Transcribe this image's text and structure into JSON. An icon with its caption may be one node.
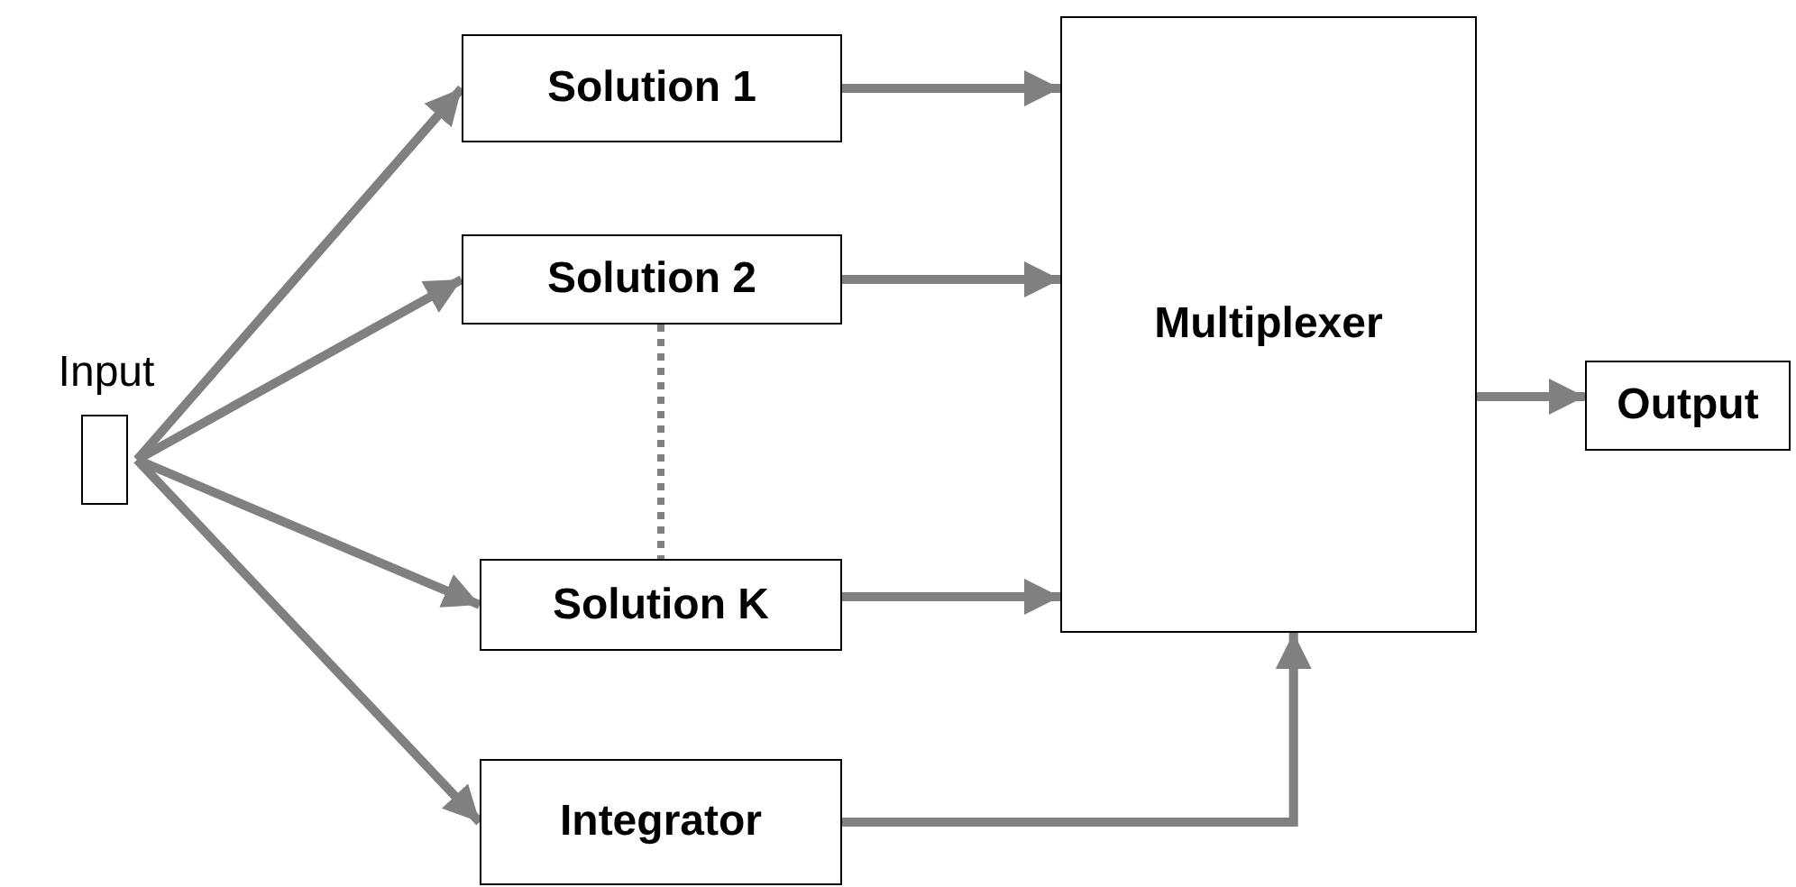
{
  "diagram": {
    "nodes": [
      {
        "text": [
          "Input"
        ]
      },
      {
        "text": [
          "Solution 1"
        ]
      },
      {
        "text": [
          "Solution 2"
        ]
      },
      {
        "text": [
          "Solution K"
        ]
      },
      {
        "text": [
          "Integrator"
        ]
      },
      {
        "text": [
          "Multiplexer"
        ]
      },
      {
        "text": [
          "Output"
        ]
      }
    ],
    "edges": [
      {
        "from": 0,
        "to": 1,
        "arrow": "to"
      },
      {
        "from": 0,
        "to": 2,
        "arrow": "to"
      },
      {
        "from": 0,
        "to": 3,
        "arrow": "to"
      },
      {
        "from": 0,
        "to": 4,
        "arrow": "to"
      },
      {
        "from": 2,
        "to": 3,
        "arrow": "none",
        "style": "dashed"
      },
      {
        "from": 1,
        "to": 5,
        "arrow": "to"
      },
      {
        "from": 2,
        "to": 5,
        "arrow": "to"
      },
      {
        "from": 3,
        "to": 5,
        "arrow": "to"
      },
      {
        "from": 4,
        "to": 5,
        "arrow": "to"
      },
      {
        "from": 5,
        "to": 6,
        "arrow": "to"
      }
    ]
  }
}
